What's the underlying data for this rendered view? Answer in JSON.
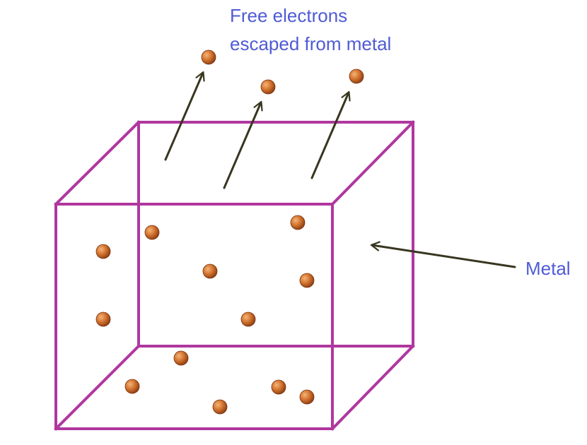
{
  "labels": {
    "free_electrons": {
      "line1": "Free electrons",
      "line2": "escaped from metal"
    },
    "metal": "Metal"
  },
  "colors": {
    "label": "#4f5bd5",
    "box": "#b0379f",
    "arrow": "#38361f",
    "electron": "#c85d1c"
  },
  "icons": {
    "electron": "electron-sphere-icon",
    "arrow": "arrow-icon"
  }
}
